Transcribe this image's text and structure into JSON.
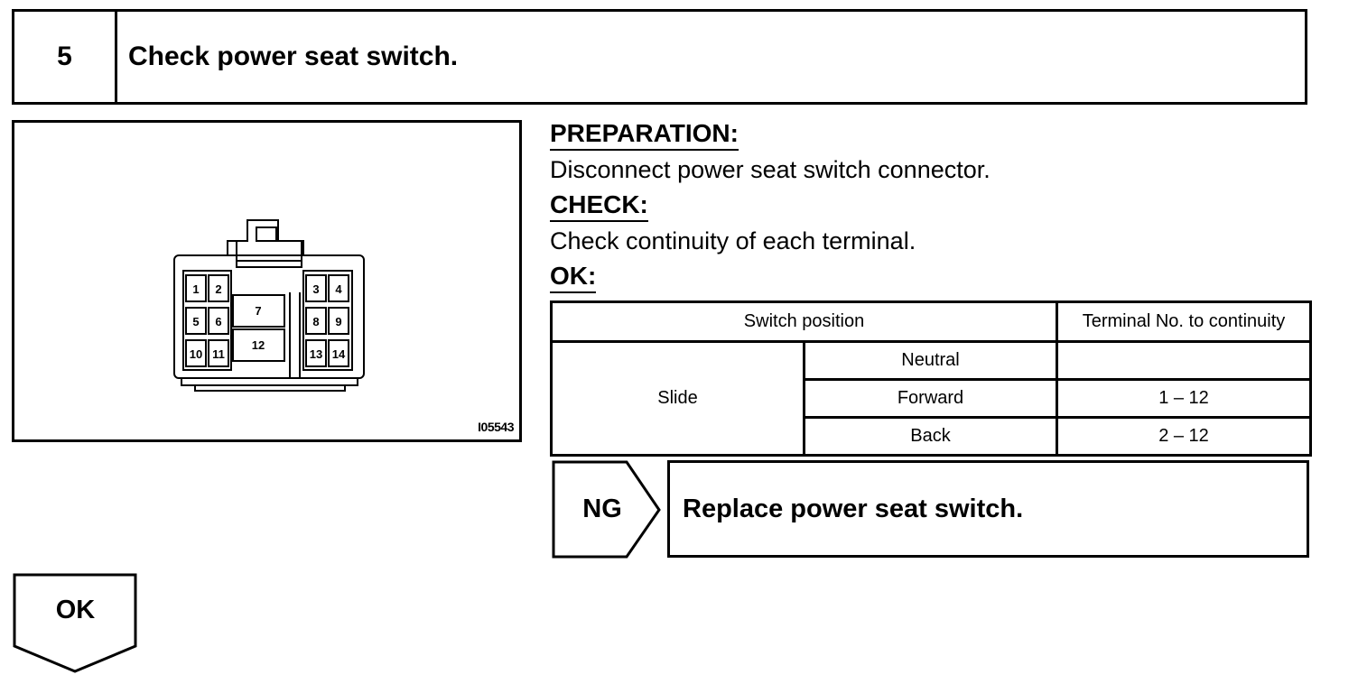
{
  "step": {
    "number": "5",
    "title": "Check power seat switch."
  },
  "illustration": {
    "code": "I05543",
    "terminals": [
      "1",
      "2",
      "3",
      "4",
      "5",
      "6",
      "7",
      "8",
      "9",
      "10",
      "11",
      "12",
      "13",
      "14"
    ]
  },
  "instructions": {
    "preparation_heading": "PREPARATION:",
    "preparation_text": "Disconnect power seat switch connector.",
    "check_heading": "CHECK:",
    "check_text": "Check continuity of each terminal.",
    "ok_heading": "OK:"
  },
  "table": {
    "headers": [
      "Switch position",
      "Terminal No. to continuity"
    ],
    "group": "Slide",
    "rows": [
      {
        "position": "Neutral",
        "continuity": ""
      },
      {
        "position": "Forward",
        "continuity": "1 – 12"
      },
      {
        "position": "Back",
        "continuity": "2 – 12"
      }
    ]
  },
  "ng": {
    "label": "NG",
    "action": "Replace power seat switch."
  },
  "ok": {
    "label": "OK"
  }
}
